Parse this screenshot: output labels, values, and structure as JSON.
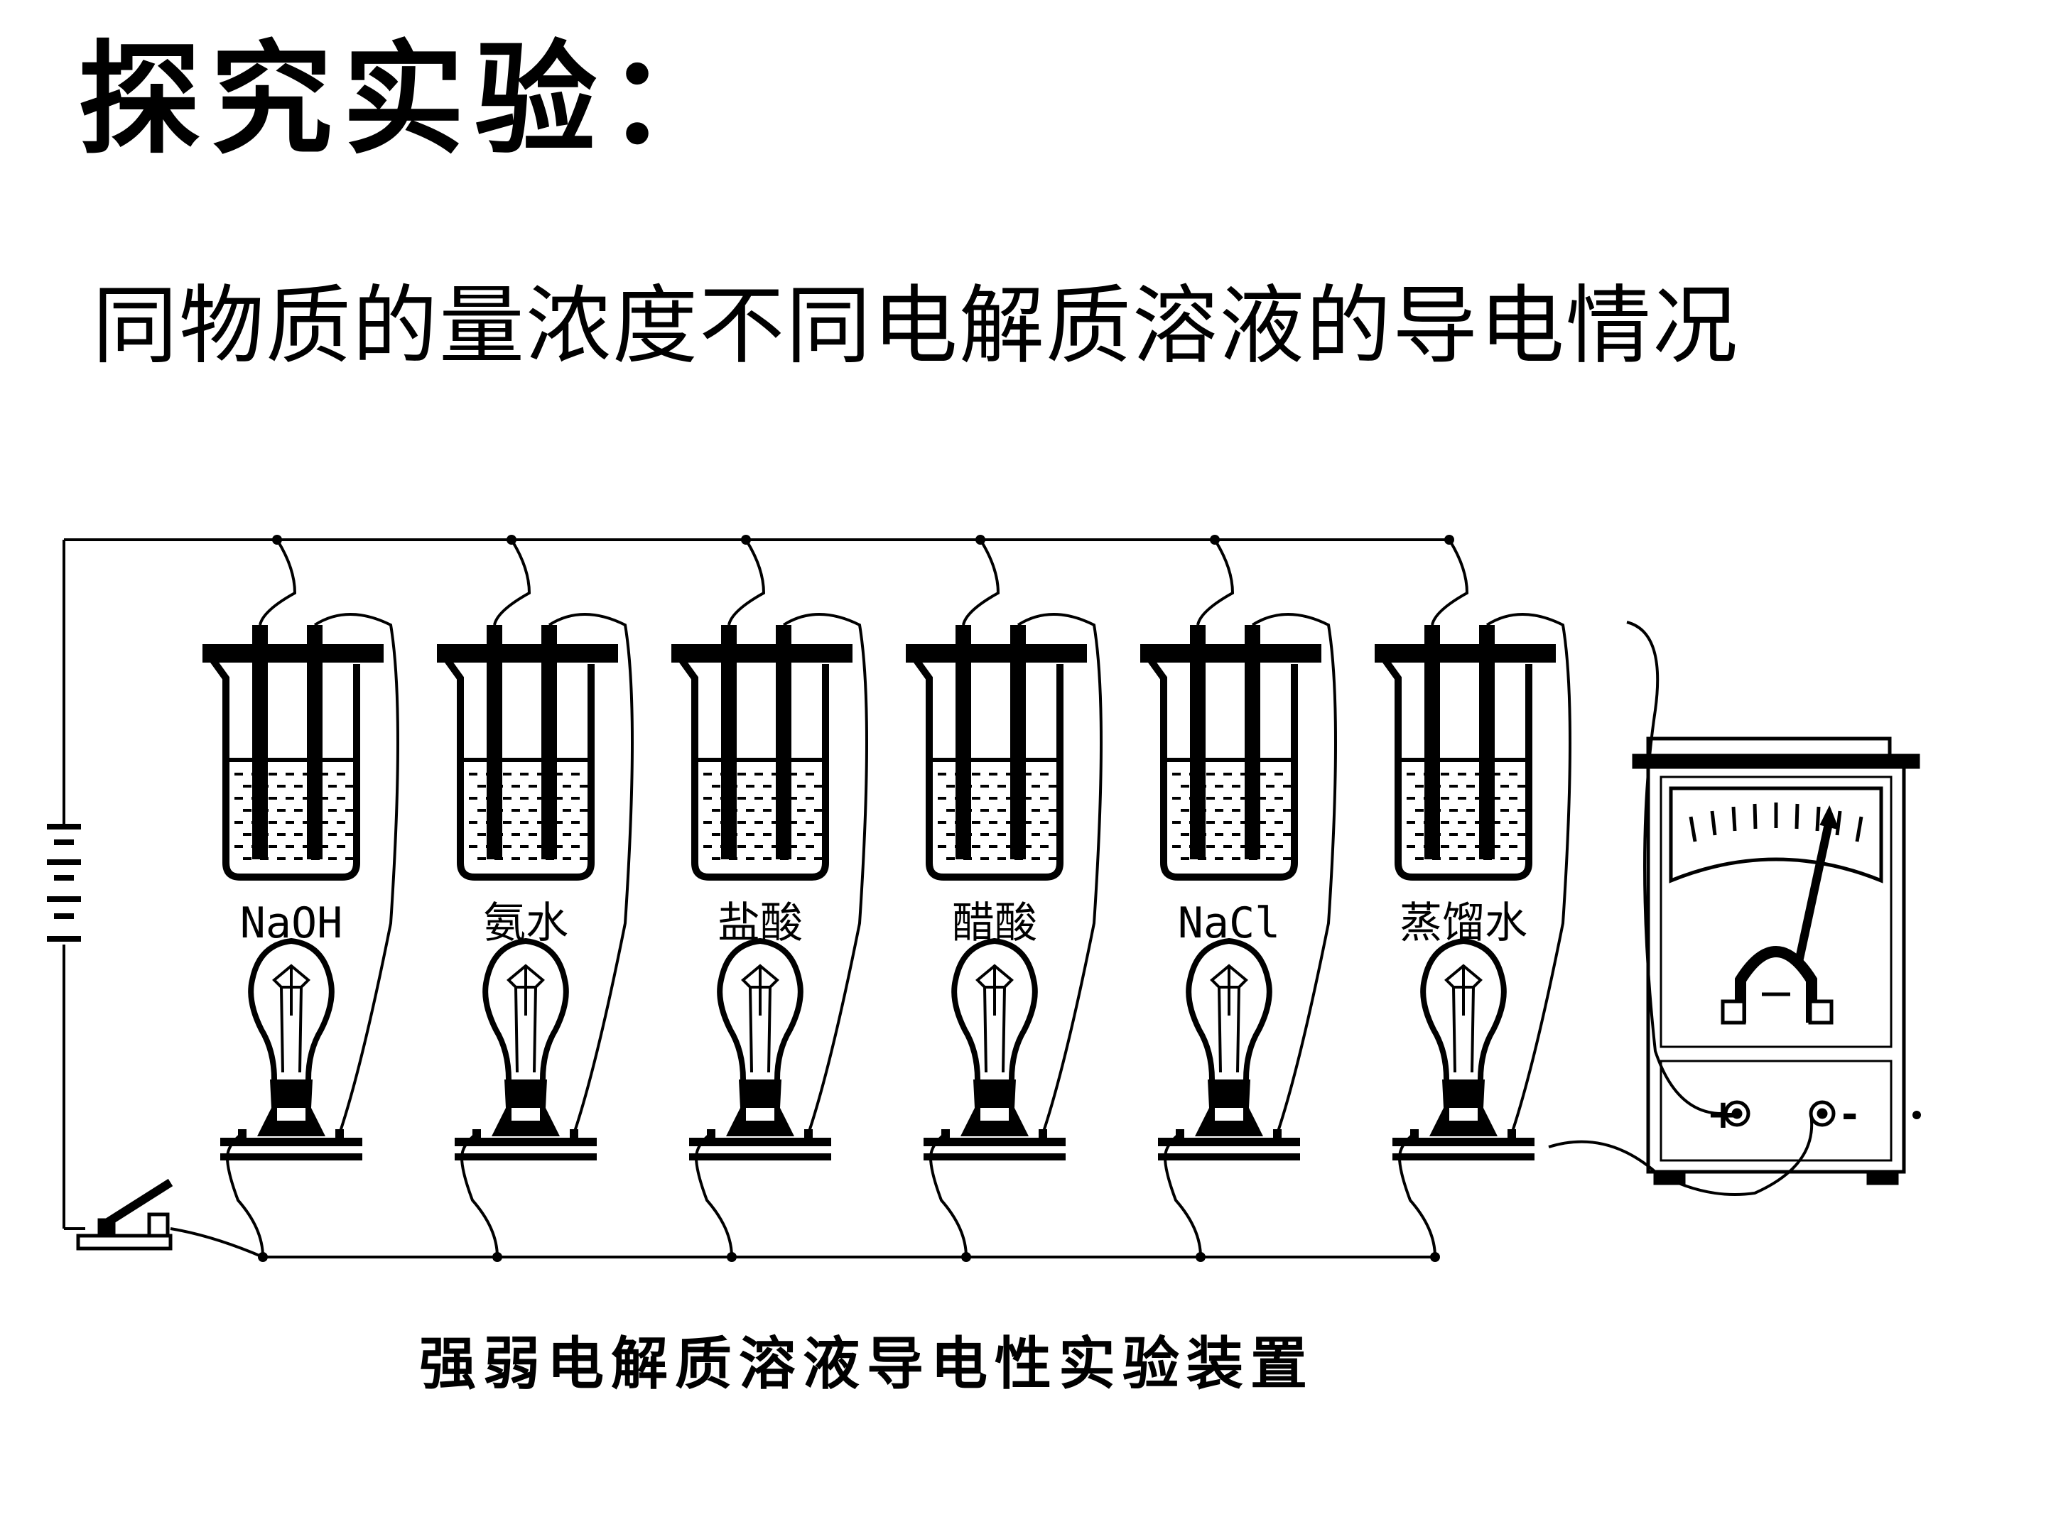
{
  "page": {
    "title": "探究实验：",
    "subtitle": "同物质的量浓度不同电解质溶液的导电情况",
    "caption": "强弱电解质溶液导电性实验装置"
  },
  "solutions": [
    {
      "label": "NaOH"
    },
    {
      "label": "氨水"
    },
    {
      "label": "盐酸"
    },
    {
      "label": "醋酸"
    },
    {
      "label": "NaCl"
    },
    {
      "label": "蒸馏水"
    }
  ],
  "meter": {
    "plus": "+",
    "minus": "-"
  }
}
